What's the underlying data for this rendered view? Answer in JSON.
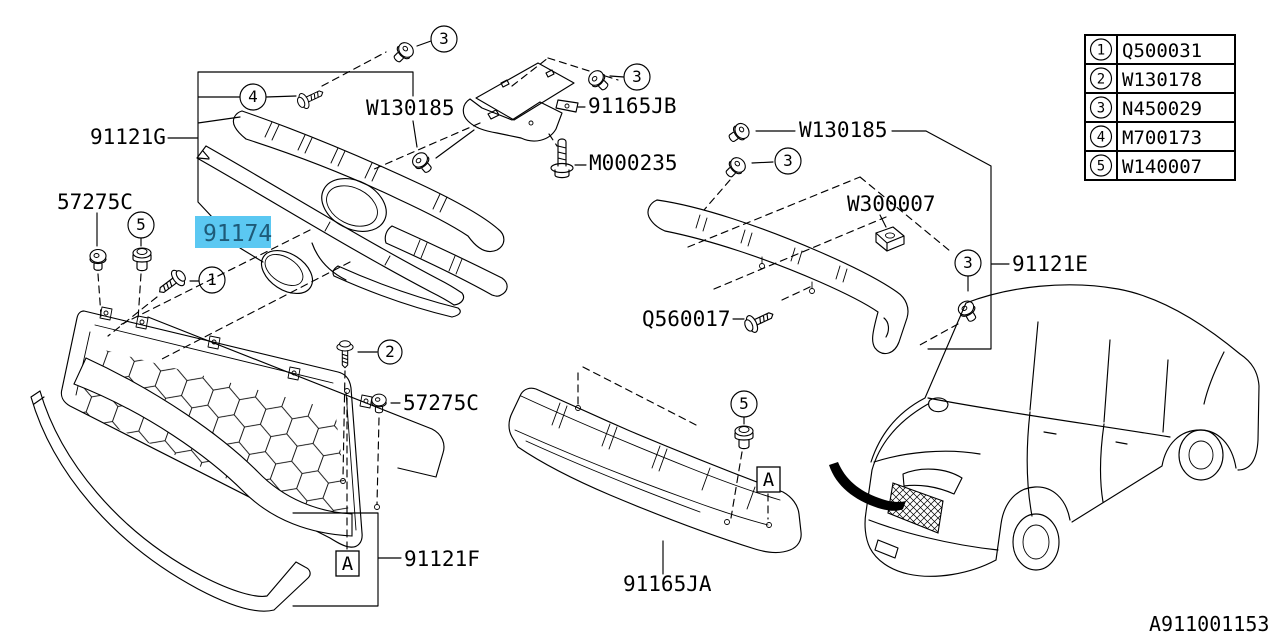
{
  "diagram": {
    "drawing_number": "A911001153",
    "section_marker": "A",
    "highlight": {
      "part": "91174",
      "bg_color": "#5bc8f2",
      "text_color": "#1e5a78"
    },
    "labels": {
      "upper_grille": "91121G",
      "clip_top": "W130185",
      "center_bracket": "91165JB",
      "center_bolt": "M000235",
      "clip_right": "W130185",
      "spacer_right": "W300007",
      "upper_molding_right": "91121E",
      "clip_left": "57275C",
      "screw_right": "Q560017",
      "clip_center": "57275C",
      "front_grille": "91121F",
      "lower_cover": "91165JA"
    },
    "callouts": [
      {
        "num": "3"
      },
      {
        "num": "3"
      },
      {
        "num": "4"
      },
      {
        "num": "5"
      },
      {
        "num": "1"
      },
      {
        "num": "3"
      },
      {
        "num": "3"
      },
      {
        "num": "2"
      },
      {
        "num": "5"
      }
    ],
    "legend": {
      "rows": [
        {
          "num": "1",
          "code": "Q500031"
        },
        {
          "num": "2",
          "code": "W130178"
        },
        {
          "num": "3",
          "code": "N450029"
        },
        {
          "num": "4",
          "code": "M700173"
        },
        {
          "num": "5",
          "code": "W140007"
        }
      ]
    }
  }
}
